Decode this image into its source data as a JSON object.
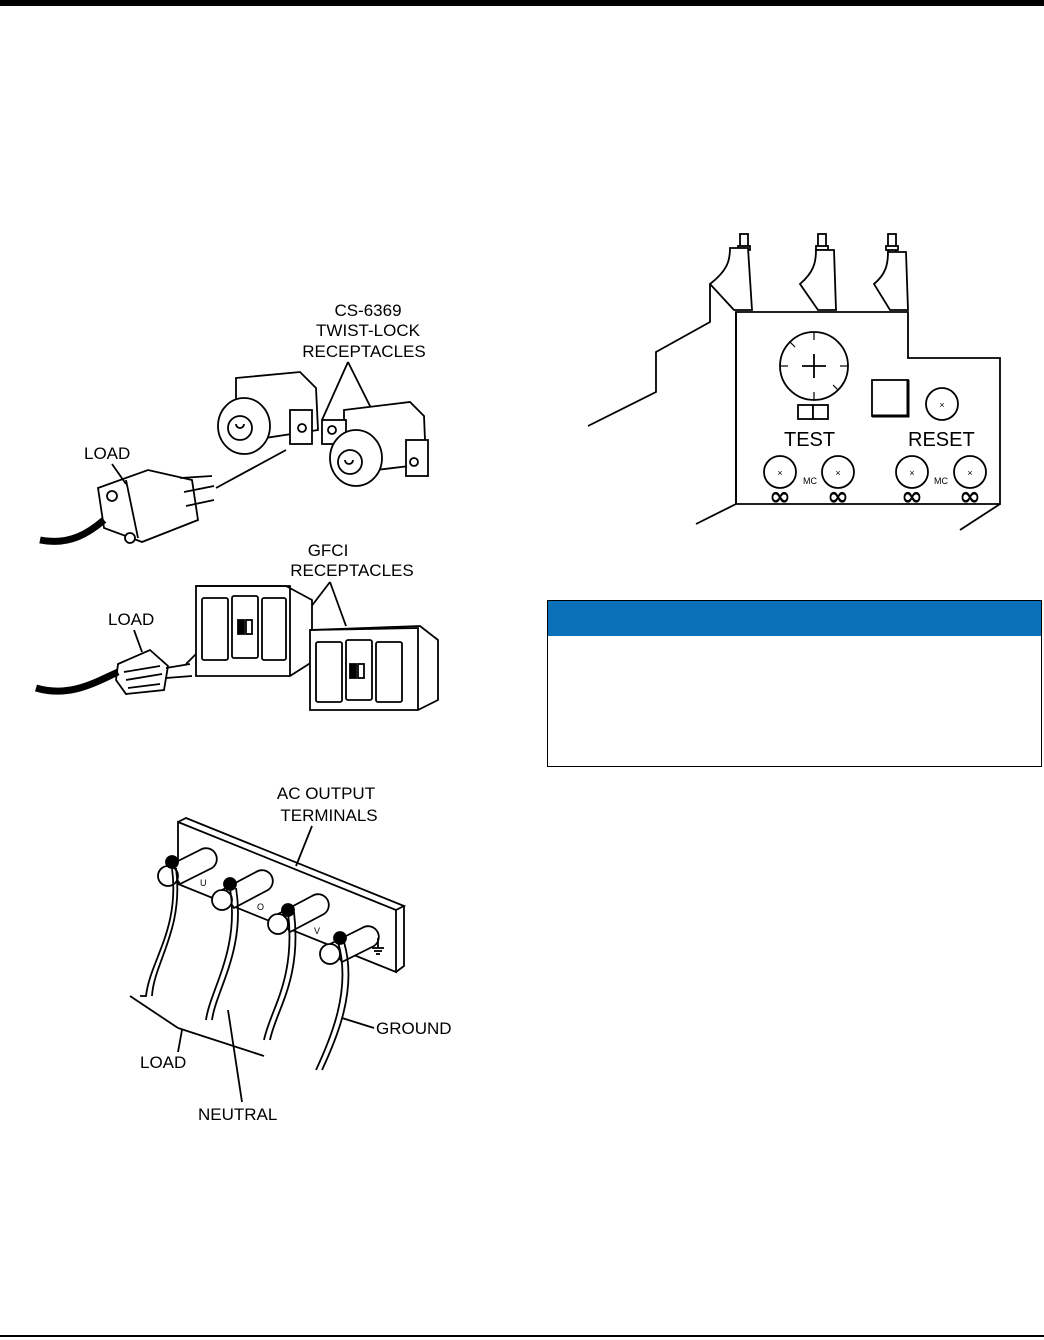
{
  "figures": {
    "receptacles": {
      "twist_lock_label": [
        "CS-6369",
        "TWIST-LOCK",
        "RECEPTACLES"
      ],
      "twist_lock_load": "LOAD",
      "gfci_label": [
        "GFCI",
        "RECEPTACLES"
      ],
      "gfci_load": "LOAD"
    },
    "terminals": {
      "title": [
        "AC OUTPUT",
        "TERMINALS"
      ],
      "letter_u": "U",
      "letter_o": "O",
      "letter_v": "V",
      "load": "LOAD",
      "neutral": "NEUTRAL",
      "ground": "GROUND"
    },
    "relay": {
      "test": "TEST",
      "reset": "RESET",
      "mc_left": "MC",
      "mc_right": "MC",
      "knob_symbol": "×",
      "infinity": "∞"
    }
  },
  "caution_box": {
    "header_color": "#0a70b8"
  }
}
